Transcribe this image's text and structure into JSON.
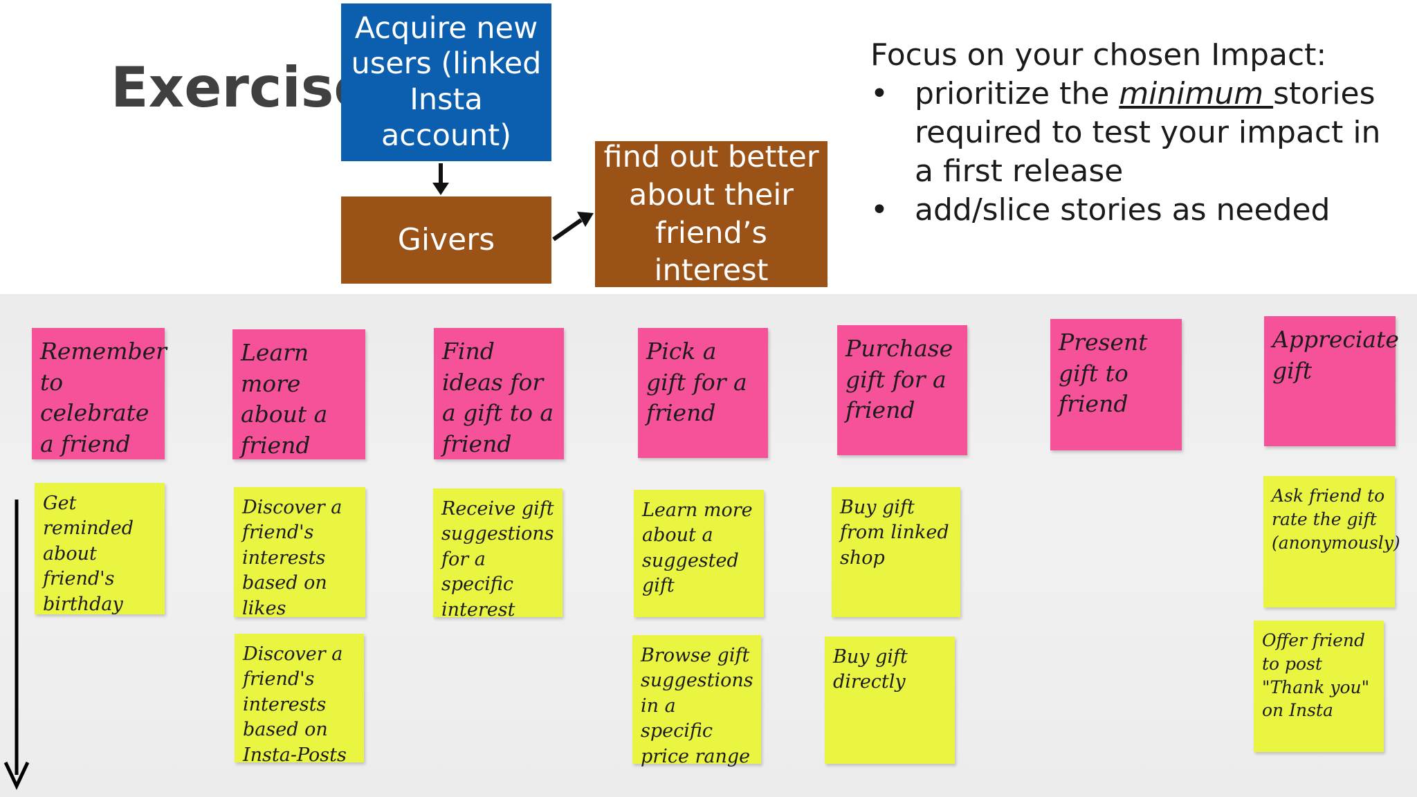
{
  "title": "Exercise",
  "impact_map": {
    "goal": "Acquire new users (linked Insta account)",
    "actor": "Givers",
    "impact": "find out better about their friend’s interest"
  },
  "instructions": {
    "heading": "Focus on your chosen Impact:",
    "bullet1_pre": "prioritize the ",
    "bullet1_em": "minimum ",
    "bullet1_post": "stories required to test your impact in a first release",
    "bullet2": "add/slice stories as needed",
    "bullet_glyph": "•"
  },
  "story_map": {
    "activities": [
      "Remember to celebrate a friend",
      "Learn more about a friend",
      "Find ideas for a gift to a friend",
      "Pick a gift for a friend",
      "Purchase gift for a friend",
      "Present gift to friend",
      "Appreciate gift"
    ],
    "stories": {
      "remember_1": "Get reminded about friend's birthday",
      "learn_1": "Discover a friend's interests based on likes",
      "learn_2": "Discover a friend's interests based on Insta-Posts",
      "find_1": "Receive gift suggestions for a specific interest",
      "pick_1": "Learn more about a suggested gift",
      "pick_2": "Browse gift suggestions in a specific price range",
      "purchase_1": "Buy gift from linked shop",
      "purchase_2": "Buy gift directly",
      "appreciate_1": "Ask friend to rate the gift (anonymously)",
      "appreciate_2": "Offer friend to post \"Thank you\" on Insta"
    }
  },
  "colors": {
    "goal_box": "#0b5fae",
    "impact_boxes": "#9a5217",
    "activity_note": "#f6529a",
    "story_note": "#eaf541"
  }
}
